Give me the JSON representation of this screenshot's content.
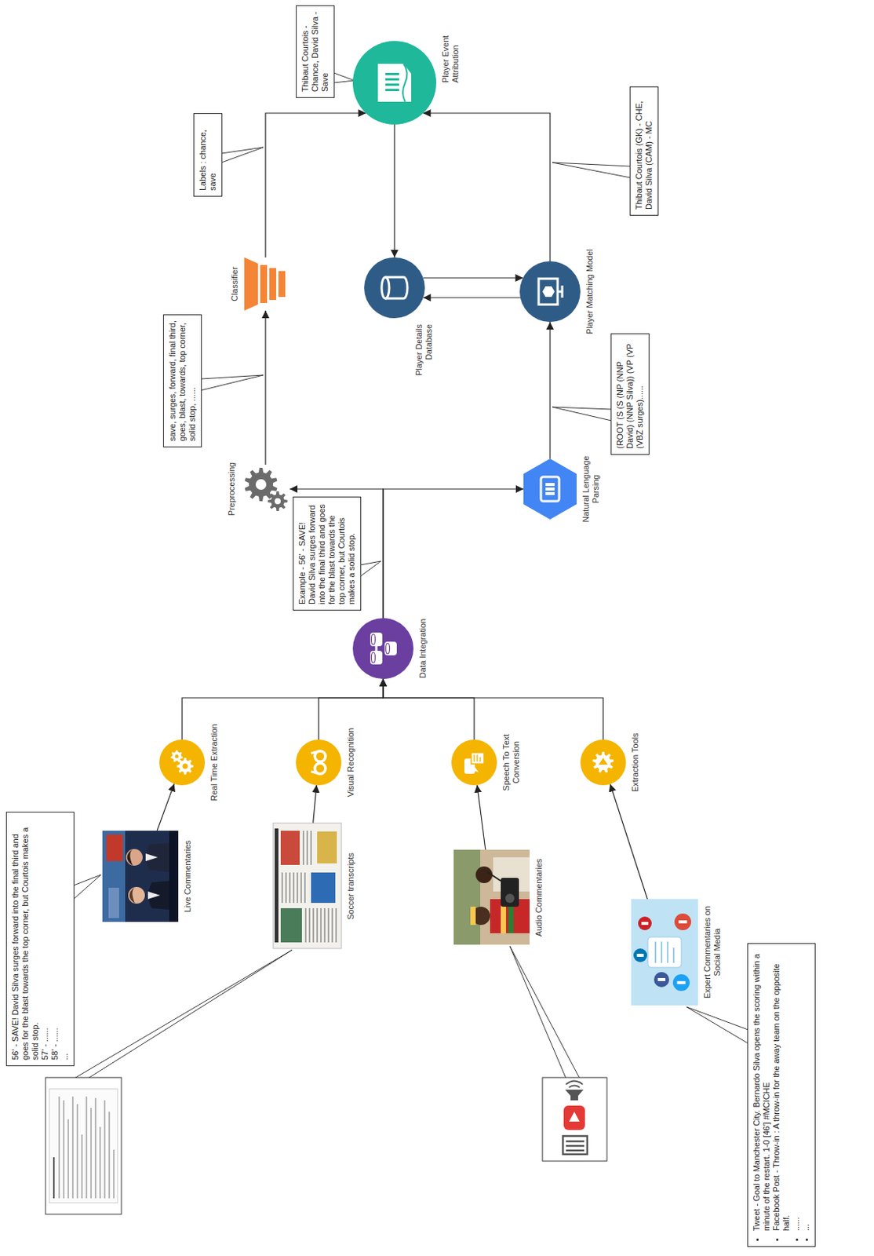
{
  "diagram": {
    "nodes": [
      {
        "text": [
          "56' - SAVE! David Silva surges forward into the final third and goes for the blast towards the top corner, but Courtois makes a solid stop.",
          "57' - ......",
          "58' - ......",
          "..."
        ]
      },
      {
        "text": [
          "Live Commentaries"
        ]
      },
      {
        "text": [
          "Soccer transcripts"
        ]
      },
      {
        "text": [
          "Audio Commentaries"
        ]
      },
      {
        "text": [
          "Expert Commentaries on Social Media"
        ]
      },
      {
        "text": [
          "Tweet - Goal to Manchester City. Bernardo Silva opens the scoring within a minute of the restart. 1-0 [46'] #MCICHE",
          "Facebook Post - Throw-in : A throw-in for the away team on the opposite half.",
          "......",
          "..."
        ]
      },
      {
        "text": [
          "Real Time Extraction"
        ]
      },
      {
        "text": [
          "Visual Recognition"
        ]
      },
      {
        "text": [
          "Speech To Text Conversion"
        ]
      },
      {
        "text": [
          "Extraction Tools"
        ]
      },
      {
        "text": [
          "Data Integration"
        ]
      },
      {
        "text": [
          "Example - 56' - SAVE! David Silva surges forward into the final third and goes for the blast towards the top corner, but Courtois makes a solid stop."
        ]
      },
      {
        "text": [
          "Preprocessing"
        ]
      },
      {
        "text": [
          "Natural Lenguage Parsing"
        ]
      },
      {
        "text": [
          "save, surges, forward, final third, goes, blast, towards, top corner, solid stop, ......"
        ]
      },
      {
        "text": [
          "(ROOT (S (S (NP (NNP David) (NNP Silva)) (VP (VP (VBZ surges)......"
        ]
      },
      {
        "text": [
          "Classifier"
        ]
      },
      {
        "text": [
          "Player Details Database"
        ]
      },
      {
        "text": [
          "Player Matching Model"
        ]
      },
      {
        "text": [
          "Labels : chance, save"
        ]
      },
      {
        "text": [
          "Thibaut Courtois (GK) - CHE, David Silva (CAM) - MC"
        ]
      },
      {
        "text": [
          "Player Event Attribution"
        ]
      },
      {
        "text": [
          "Thibaut Courtois -Chance, David Silva - Save"
        ]
      }
    ],
    "edges": [
      {
        "from": 1,
        "to": 6,
        "arrow": "to"
      },
      {
        "from": 2,
        "to": 7,
        "arrow": "to"
      },
      {
        "from": 3,
        "to": 8,
        "arrow": "to"
      },
      {
        "from": 4,
        "to": 9,
        "arrow": "to"
      },
      {
        "from": 6,
        "to": 10,
        "arrow": "to"
      },
      {
        "from": 7,
        "to": 10,
        "arrow": "to"
      },
      {
        "from": 8,
        "to": 10,
        "arrow": "to"
      },
      {
        "from": 9,
        "to": 10,
        "arrow": "to"
      },
      {
        "from": 10,
        "to": 12,
        "arrow": "to"
      },
      {
        "from": 10,
        "to": 13,
        "arrow": "to"
      },
      {
        "from": 12,
        "to": 16,
        "arrow": "to"
      },
      {
        "from": 13,
        "to": 18,
        "arrow": "to"
      },
      {
        "from": 16,
        "to": 21,
        "arrow": "to"
      },
      {
        "from": 18,
        "to": 21,
        "arrow": "to"
      },
      {
        "from": 21,
        "to": 17,
        "arrow": "to"
      },
      {
        "from": 17,
        "to": 18,
        "arrow": "to"
      },
      {
        "from": 18,
        "to": 17,
        "arrow": "to"
      }
    ]
  }
}
